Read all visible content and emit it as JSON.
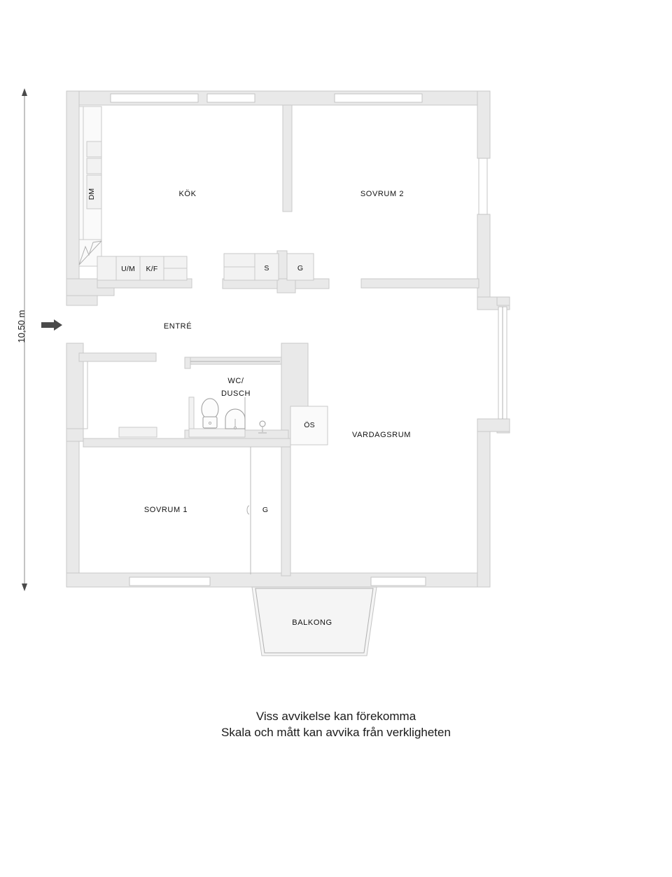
{
  "plan": {
    "dimension_label": "10,50 m",
    "entry_arrow": "entrance-arrow",
    "rooms": [
      {
        "id": "kok",
        "label": "KÖK"
      },
      {
        "id": "sovrum2",
        "label": "SOVRUM 2"
      },
      {
        "id": "entre",
        "label": "ENTRÉ"
      },
      {
        "id": "wc_dusch_1",
        "label": "WC/"
      },
      {
        "id": "wc_dusch_2",
        "label": "DUSCH"
      },
      {
        "id": "vardagsrum",
        "label": "VARDAGSRUM"
      },
      {
        "id": "sovrum1",
        "label": "SOVRUM 1"
      },
      {
        "id": "balkong",
        "label": "BALKONG"
      }
    ],
    "fixtures": [
      {
        "id": "dm",
        "label": "DM",
        "meaning": "dishwasher"
      },
      {
        "id": "um",
        "label": "U/M",
        "meaning": "washing-machine"
      },
      {
        "id": "kf",
        "label": "K/F",
        "meaning": "fridge-freezer"
      },
      {
        "id": "s",
        "label": "S",
        "meaning": "linen-closet"
      },
      {
        "id": "g1",
        "label": "G",
        "meaning": "wardrobe"
      },
      {
        "id": "os",
        "label": "ÖS",
        "meaning": "storage"
      },
      {
        "id": "g2",
        "label": "G",
        "meaning": "wardrobe"
      }
    ]
  },
  "caption": {
    "line1": "Viss avvikelse kan förekomma",
    "line2": "Skala och mått kan avvika från verkligheten"
  },
  "colors": {
    "wall_fill": "#e9e9e9",
    "wall_stroke": "#c9c9c9",
    "cabinet_fill": "#f2f2f2",
    "window_fill": "#ffffff",
    "balcony_fill": "#f5f5f5",
    "text": "#111111",
    "arrow": "#4a4a4a",
    "background": "#ffffff"
  }
}
